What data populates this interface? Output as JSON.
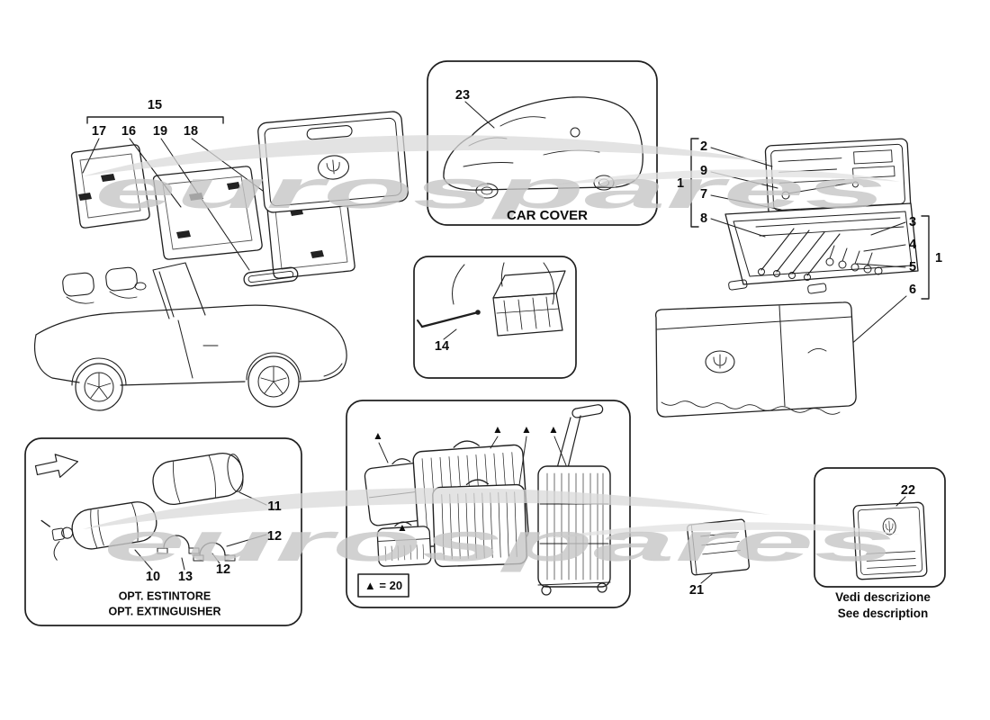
{
  "colors": {
    "ink": "#1f1f1f",
    "watermark": "#c6c6c6"
  },
  "watermark": {
    "text": "eurospares"
  },
  "wind_deflectors": {
    "set_callout": "15",
    "callouts": [
      "17",
      "16",
      "19",
      "18"
    ]
  },
  "car_cover": {
    "callout": "23",
    "caption": "CAR COVER"
  },
  "tool_kit": {
    "left_callouts": [
      "2",
      "9",
      "7",
      "8"
    ],
    "left_bracket_callout": "1",
    "right_callouts": [
      "3",
      "4",
      "5",
      "6"
    ],
    "right_bracket_callout": "1"
  },
  "armrest_tool": {
    "callout": "14"
  },
  "fire_extinguisher": {
    "callouts": {
      "tube": "11",
      "clamp_upper": "12",
      "bottle": "10",
      "bracket": "13",
      "clamp_lower": "12"
    },
    "caption_line1": "OPT. ESTINTORE",
    "caption_line2": "OPT. EXTINGUISHER"
  },
  "luggage_set": {
    "marker": "▲",
    "legend": "▲ = 20"
  },
  "booklet": {
    "callout": "21"
  },
  "description_book": {
    "callout": "22",
    "caption_line1": "Vedi descrizione",
    "caption_line2": "See description"
  }
}
